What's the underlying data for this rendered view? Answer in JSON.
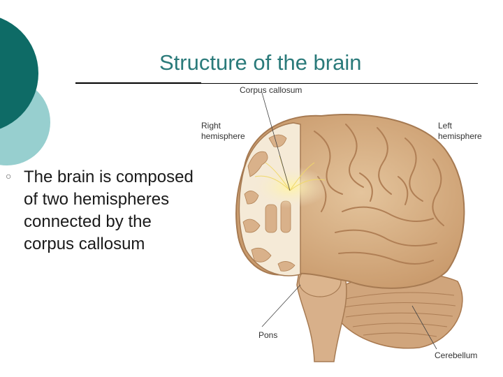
{
  "slide": {
    "title": "Structure of the brain",
    "bullet_text": "The brain is composed of two hemispheres connected by the corpus callosum",
    "bullet_icon": "hollow-circle-bullet-icon"
  },
  "figure": {
    "labels": {
      "corpus_callosum": "Corpus callosum",
      "right_hemisphere_line1": "Right",
      "right_hemisphere_line2": "hemisphere",
      "left_hemisphere_line1": "Left",
      "left_hemisphere_line2": "hemisphere",
      "pons": "Pons",
      "cerebellum": "Cerebellum"
    }
  },
  "colors": {
    "title": "#2a7a7a",
    "deco_dark": "#0e6b66",
    "deco_light": "#97cfcf",
    "brain_tan": "#d7ab7f",
    "brain_white_matter": "#f5ead7"
  }
}
